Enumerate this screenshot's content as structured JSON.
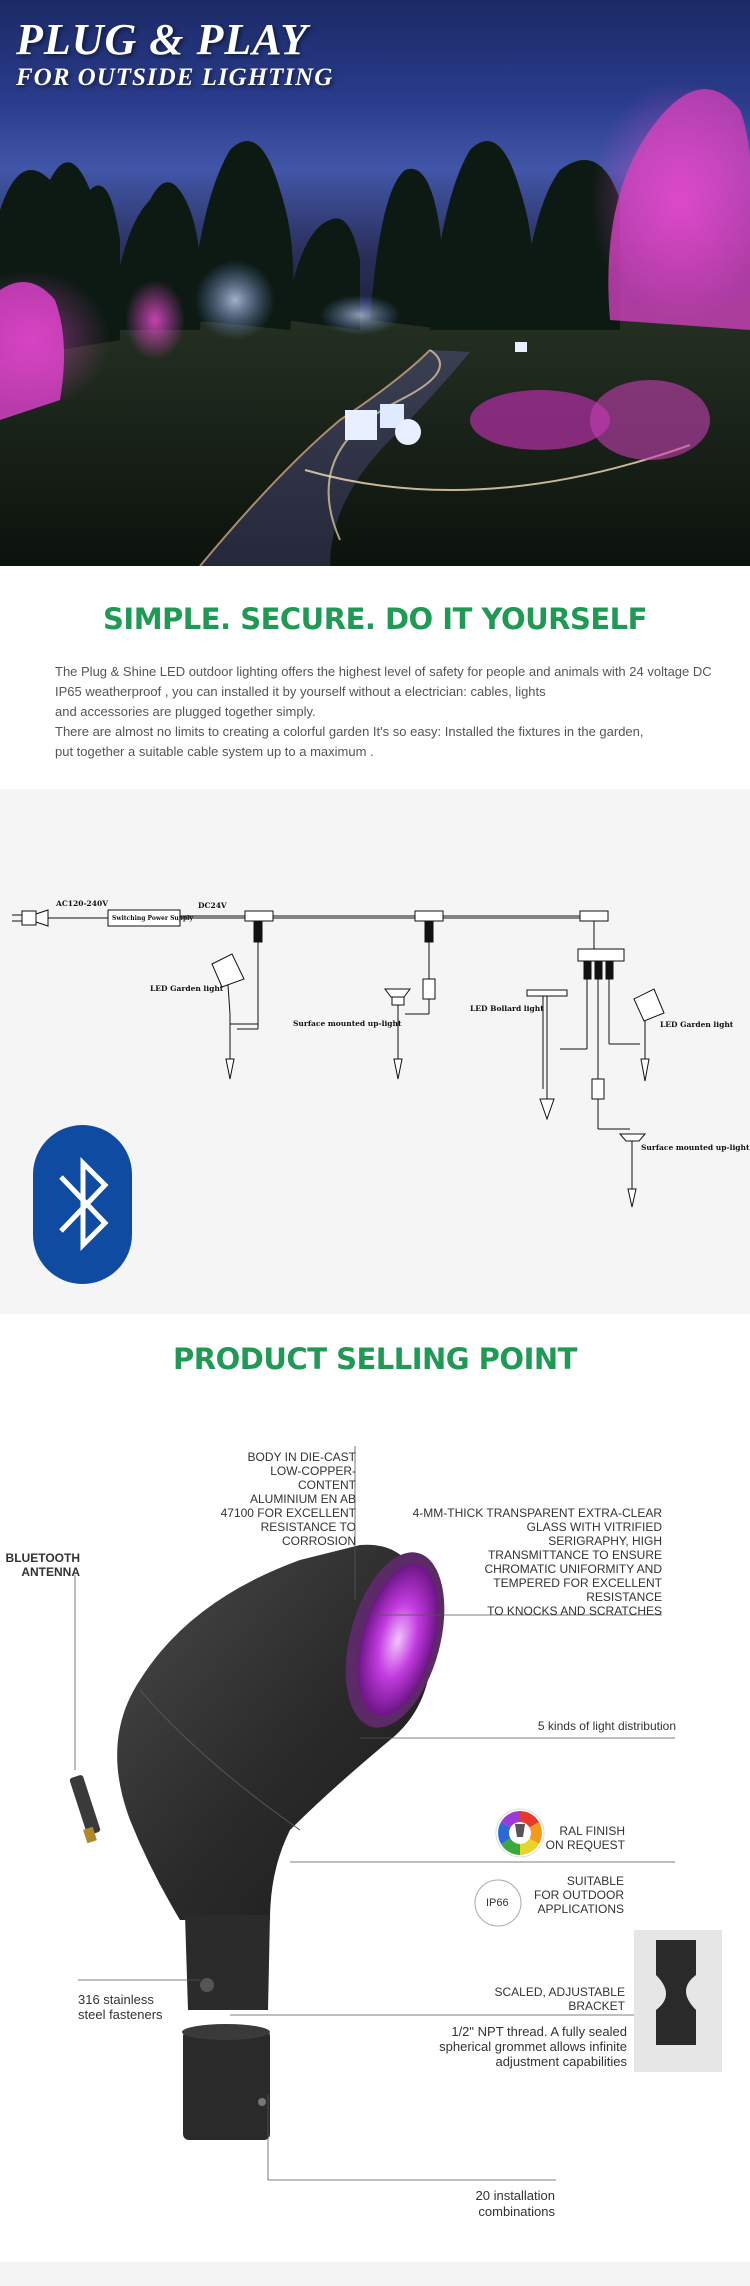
{
  "hero": {
    "title": "PLUG & PLAY",
    "subtitle": "FOR OUTSIDE LIGHTING"
  },
  "intro": {
    "heading": "SIMPLE. SECURE. DO IT YOURSELF",
    "lines": [
      "The Plug & Shine LED outdoor lighting offers the highest level of safety for people and animals with 24 voltage DC",
      "IP65 weatherproof , you can installed it by yourself without a electrician: cables, lights",
      "and accessories are plugged together simply.",
      "There are almost no limits to creating a colorful garden  It's so easy: Installed the fixtures in the garden,",
      "put together a suitable cable system up to a maximum ."
    ]
  },
  "diagram": {
    "input_label": "AC120-240V",
    "power_supply_label": "Switching Power Supply",
    "dc_label": "DC24V",
    "garden_light_1": "LED Garden light",
    "surface_light_1": "Surface mounted up-light",
    "bollard_light": "LED Bollard light",
    "garden_light_2": "LED Garden light",
    "surface_light_2": "Surface mounted up-light",
    "bluetooth_icon": "bluetooth-icon"
  },
  "selling": {
    "heading": "PRODUCT SELLING POINT",
    "body_label": [
      "BODY IN DIE-CAST",
      "LOW-COPPER-",
      "CONTENT",
      "ALUMINIUM EN AB",
      "47100 FOR EXCELLENT",
      "RESISTANCE TO",
      "CORROSION"
    ],
    "glass_label": [
      "4-MM-THICK TRANSPARENT EXTRA-CLEAR",
      "GLASS WITH VITRIFIED",
      "SERIGRAPHY, HIGH",
      "TRANSMITTANCE TO ENSURE",
      "CHROMATIC UNIFORMITY AND",
      "TEMPERED FOR EXCELLENT",
      "RESISTANCE",
      "TO KNOCKS AND SCRATCHES"
    ],
    "antenna_label": [
      "BLUETOOTH",
      "ANTENNA"
    ],
    "distribution_label": "5 kinds of light distribution",
    "ral_label": [
      "RAL FINISH",
      "ON REQUEST"
    ],
    "ip_badge": "IP66",
    "outdoor_label": [
      "SUITABLE",
      "FOR OUTDOOR",
      "APPLICATIONS"
    ],
    "bracket_label": [
      "SCALED, ADJUSTABLE",
      "BRACKET"
    ],
    "fastener_label": [
      "316 stainless",
      "steel fasteners"
    ],
    "thread_label": [
      "1/2\"   NPT thread. A fully sealed",
      "spherical grommet allows infinite",
      "adjustment capabilities"
    ],
    "combo_label": [
      "20 installation",
      "combinations"
    ]
  },
  "colors": {
    "accent_green": "#1e9a55",
    "bluetooth_blue": "#0e4ba1",
    "lens_purple": "#b31fd1"
  }
}
